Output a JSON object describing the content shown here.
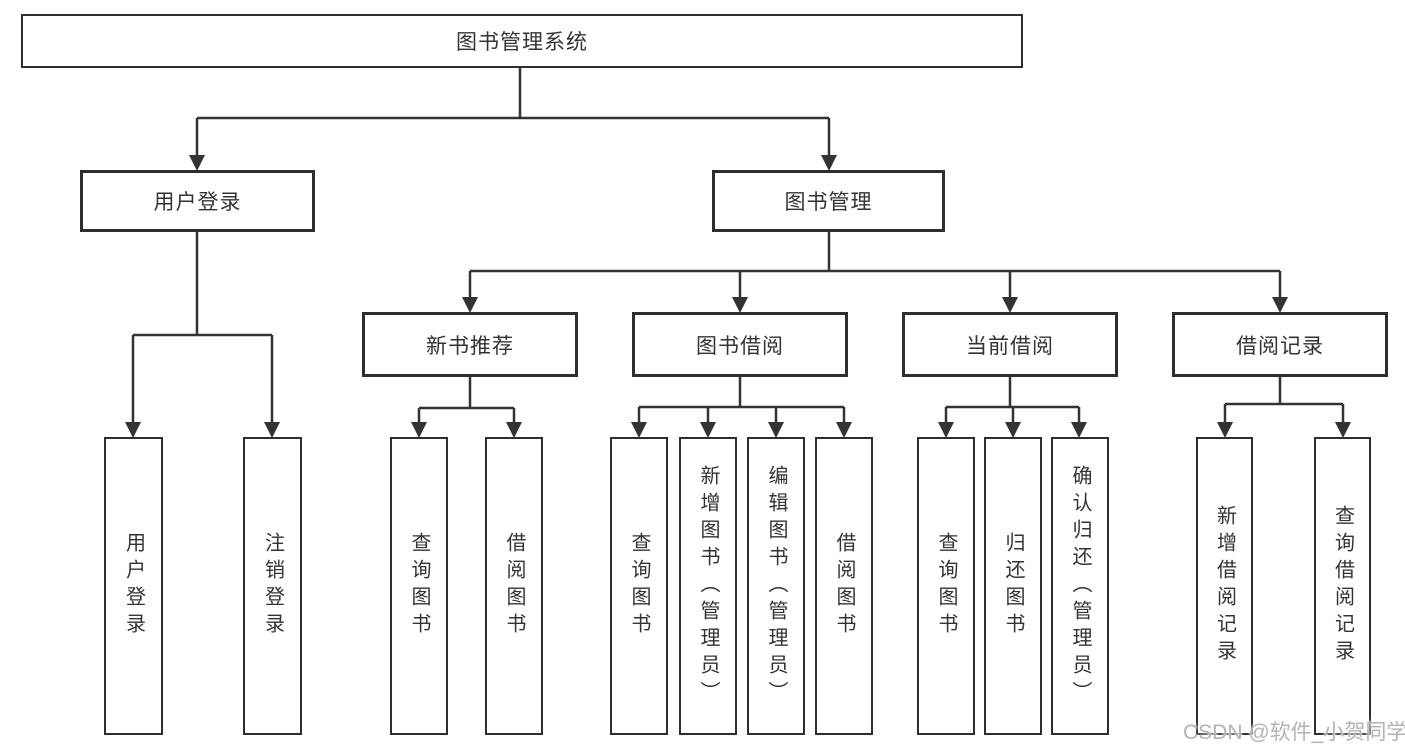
{
  "diagram": {
    "root": {
      "label": "图书管理系统"
    },
    "branches": [
      {
        "label": "用户登录",
        "children": [
          {
            "label": "用户登录"
          },
          {
            "label": "注销登录"
          }
        ]
      },
      {
        "label": "图书管理",
        "children": [
          {
            "label": "新书推荐",
            "children": [
              {
                "label": "查询图书"
              },
              {
                "label": "借阅图书"
              }
            ]
          },
          {
            "label": "图书借阅",
            "children": [
              {
                "label": "查询图书"
              },
              {
                "label": "新增图书（管理员）"
              },
              {
                "label": "编辑图书（管理员）"
              },
              {
                "label": "借阅图书"
              }
            ]
          },
          {
            "label": "当前借阅",
            "children": [
              {
                "label": "查询图书"
              },
              {
                "label": "归还图书"
              },
              {
                "label": "确认归还（管理员）"
              }
            ]
          },
          {
            "label": "借阅记录",
            "children": [
              {
                "label": "新增借阅记录"
              },
              {
                "label": "查询借阅记录"
              }
            ]
          }
        ]
      }
    ],
    "watermark": "CSDN @软件_小贺同学"
  },
  "colors": {
    "line": "#333333",
    "border": "#2e2e2e",
    "text": "#333333",
    "watermark": "#b3b3b3",
    "background": "#ffffff"
  }
}
